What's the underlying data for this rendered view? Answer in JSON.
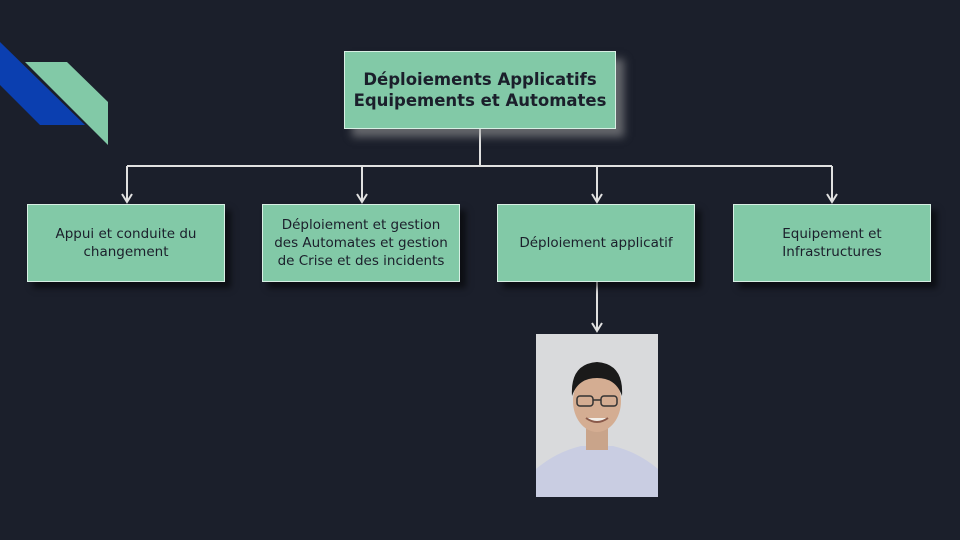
{
  "root": {
    "label": "Déploiements Applicatifs Equipements et Automates"
  },
  "children": [
    {
      "label": "Appui et conduite du changement"
    },
    {
      "label": "Déploiement et gestion des Automates et gestion de Crise et des incidents"
    },
    {
      "label": "Déploiement applicatif"
    },
    {
      "label": "Equipement et Infrastructures"
    }
  ],
  "colors": {
    "background": "#1b1f2b",
    "box": "#82c9a7",
    "accent_blue": "#0b3fb0",
    "connector": "#e0e0e0"
  }
}
